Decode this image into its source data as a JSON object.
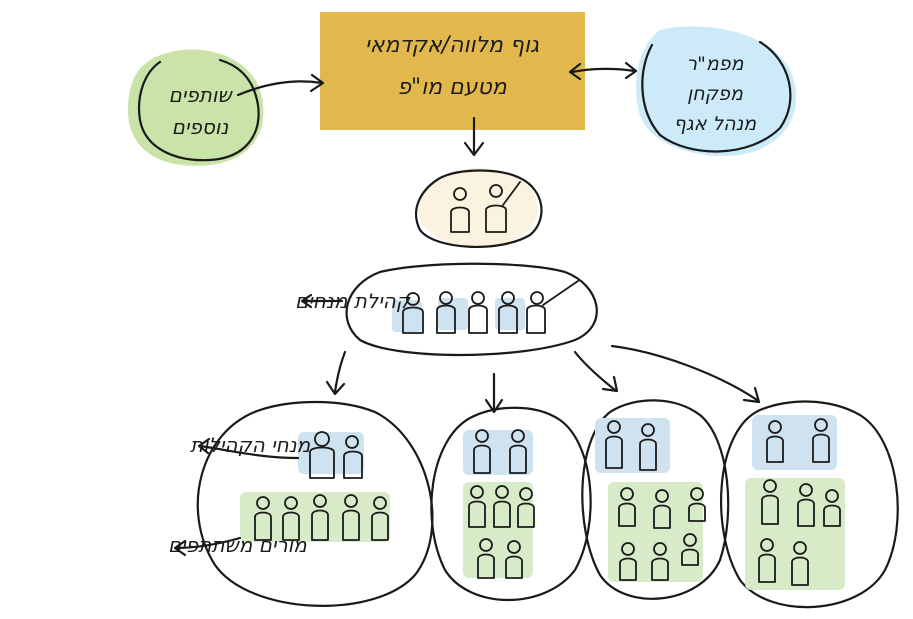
{
  "box": {
    "line1": "גוף מלווה/אקדמאי",
    "line2": "מטעם מו\"פ",
    "fill": "#e2b84c"
  },
  "left_blob": {
    "line1": "שותפים",
    "line2": "נוספים",
    "fill": "#c9e3a8"
  },
  "right_blob": {
    "line1": "מפמ\"ר",
    "line2": "מפקחן",
    "line3": "מנהל אגף",
    "fill": "#cdeaf8"
  },
  "labels": {
    "leading_community": "קהילת מנחים",
    "community_leaders": "מנחי הקהילות",
    "participating_teachers": "מורים משתתפים"
  },
  "colors": {
    "figure_shadow_green": "#d7ebc8",
    "figure_shadow_blue": "#cfe2ef",
    "figure_shadow_cream": "#f6ecd4"
  }
}
